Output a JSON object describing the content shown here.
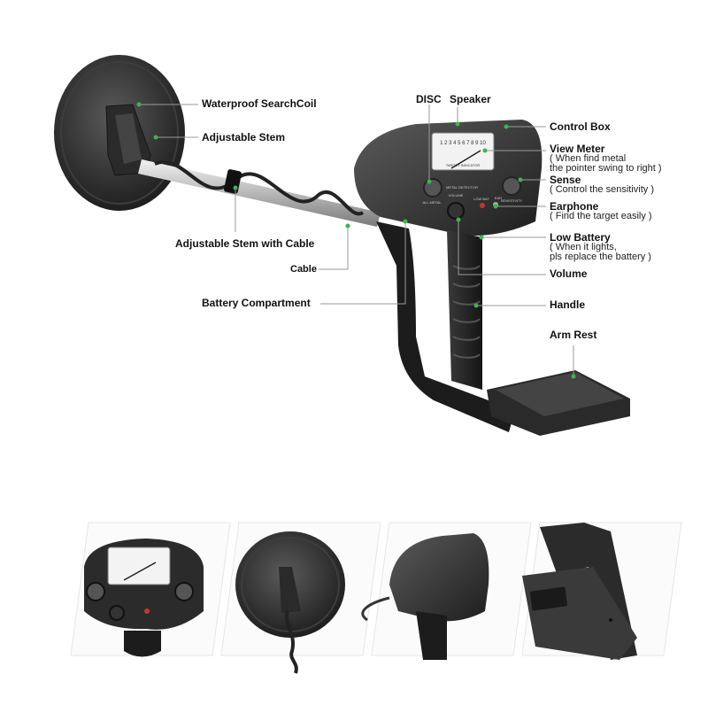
{
  "labels": {
    "disc": "DISC",
    "speaker": "Speaker",
    "waterproof_searchcoil": "Waterproof SearchCoil",
    "adjustable_stem": "Adjustable Stem",
    "adjustable_stem_cable": "Adjustable Stem with Cable",
    "cable": "Cable",
    "battery_compartment": "Battery Compartment",
    "control_box": "Control Box",
    "view_meter": "View Meter",
    "view_meter_sub1": "( When find metal",
    "view_meter_sub2": "the pointer swing to right )",
    "sense": "Sense",
    "sense_sub": "( Control the sensitivity )",
    "earphone": "Earphone",
    "earphone_sub": "( Find the target easily )",
    "low_battery": "Low Battery",
    "low_battery_sub1": "( When it lights,",
    "low_battery_sub2": "pls replace the battery  )",
    "volume": "Volume",
    "handle": "Handle",
    "arm_rest": "Arm Rest"
  },
  "device_text": {
    "meter_scale": "1 2 3 4 5 6 7 8 9 10",
    "meter_caption": "TARGET INDICATOR",
    "panel_title": "METAL DETECTOR",
    "volume_label": "VOLUME",
    "low_batt_label": "LOW BAT",
    "earphone_label": "EAR",
    "all_metal_label": "ALL METAL",
    "sense_label": "SENSITIVITY"
  },
  "colors": {
    "pointer_green": "#3cb54a",
    "body_dark": "#2b2b2b",
    "body_mid": "#4a4a4a",
    "line_gray": "#9a9a9a"
  }
}
